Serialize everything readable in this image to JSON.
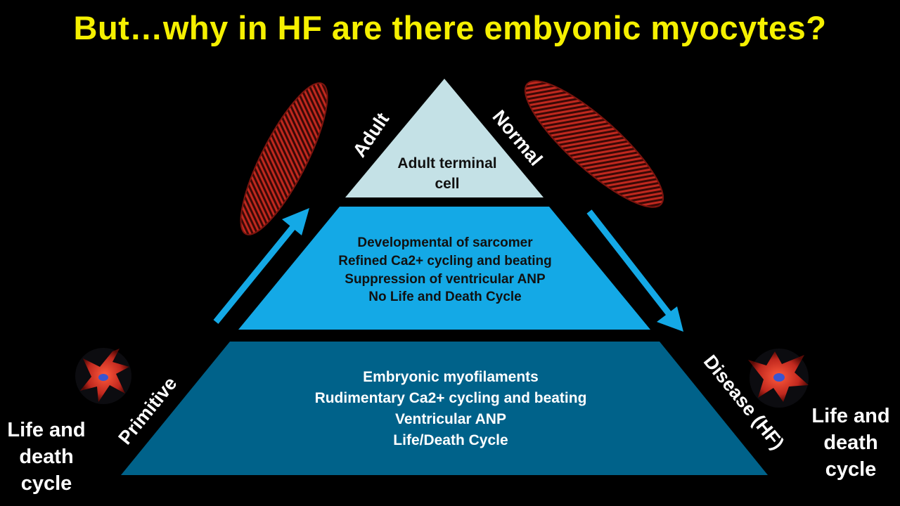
{
  "title": "But…why in HF are there embyonic myocytes?",
  "pyramid": {
    "top_lines": [
      "Adult terminal",
      "cell"
    ],
    "middle_lines": [
      "Developmental of sarcomer",
      "Refined Ca2+ cycling and beating",
      "Suppression of ventricular ANP",
      "No Life and Death Cycle"
    ],
    "bottom_lines": [
      "Embryonic myofilaments",
      "Rudimentary Ca2+ cycling and beating",
      "Ventricular ANP",
      "Life/Death Cycle"
    ]
  },
  "edge_labels": {
    "adult": "Adult",
    "normal": "Normal",
    "primitive": "Primitive",
    "disease": "Disease (HF)"
  },
  "side_captions": {
    "left": "Life and\ndeath\ncycle",
    "right": "Life and\ndeath\ncycle"
  },
  "colors": {
    "title": "#f5f000",
    "top_tier": "#c4e1e6",
    "middle_tier": "#14a9e6",
    "bottom_tier": "#00628a",
    "arrow": "#14a9e6",
    "cell_red": "#c0281e"
  },
  "icons": {
    "top_left_image": "elongated-adult-cardiomyocyte",
    "top_right_image": "elongated-adult-cardiomyocyte",
    "left_image": "embryonic-myocyte-cell",
    "right_image": "embryonic-myocyte-cell"
  }
}
